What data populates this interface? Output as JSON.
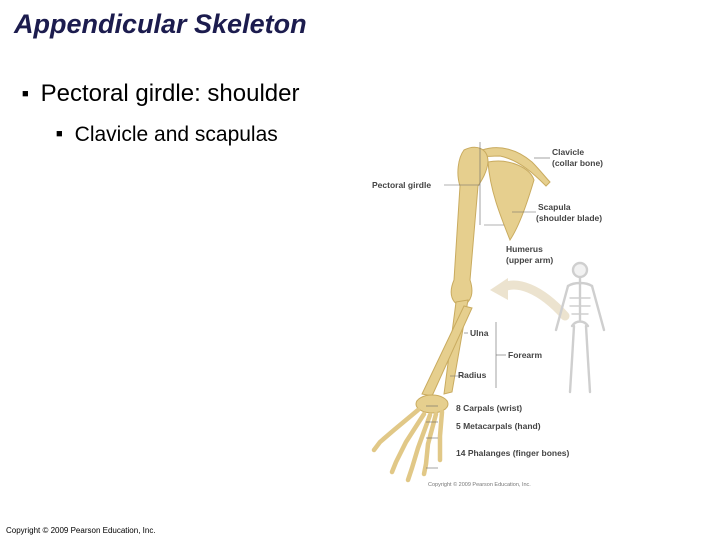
{
  "slide": {
    "title": "Appendicular Skeleton",
    "bullet1": "Pectoral girdle: shoulder",
    "bullet2": "Clavicle and scapulas",
    "copyright": "Copyright © 2009 Pearson Education, Inc."
  },
  "figure": {
    "labels": {
      "pectoral_girdle": "Pectoral girdle",
      "clavicle": "Clavicle",
      "collar_bone": "(collar bone)",
      "scapula": "Scapula",
      "shoulder_blade": "(shoulder blade)",
      "humerus": "Humerus",
      "upper_arm": "(upper arm)",
      "ulna": "Ulna",
      "forearm": "Forearm",
      "radius": "Radius",
      "carpals": "8 Carpals (wrist)",
      "metacarpals": "5 Metacarpals (hand)",
      "phalanges": "14 Phalanges (finger bones)"
    },
    "copyright": "Copyright © 2009 Pearson Education, Inc.",
    "colors": {
      "bone": "#e6cf8e",
      "bone_dark": "#c9ab5f",
      "label": "#444444",
      "arrow": "#ece3cf"
    }
  }
}
